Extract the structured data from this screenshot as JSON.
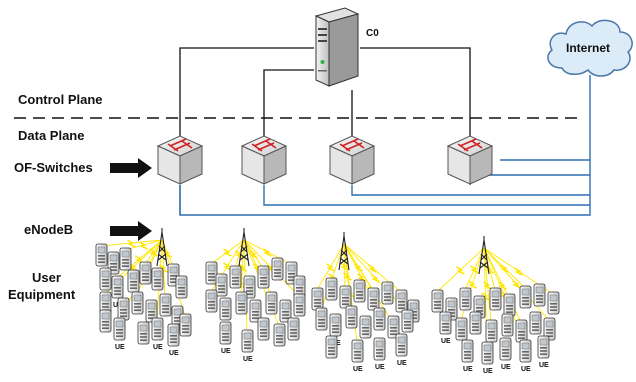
{
  "labels": {
    "controller": "C0",
    "internet": "Internet",
    "control_plane": "Control Plane",
    "data_plane": "Data Plane",
    "of_switches": "OF-Switches",
    "enodeb": "eNodeB",
    "user_equipment_line1": "User",
    "user_equipment_line2": "Equipment",
    "ue": "UE"
  },
  "colors": {
    "control_link": "#111111",
    "data_link": "#2f6fb0",
    "lightning": "#ffe600",
    "cloud_fill": "#dcebf8",
    "cloud_stroke": "#4a78a8"
  }
}
